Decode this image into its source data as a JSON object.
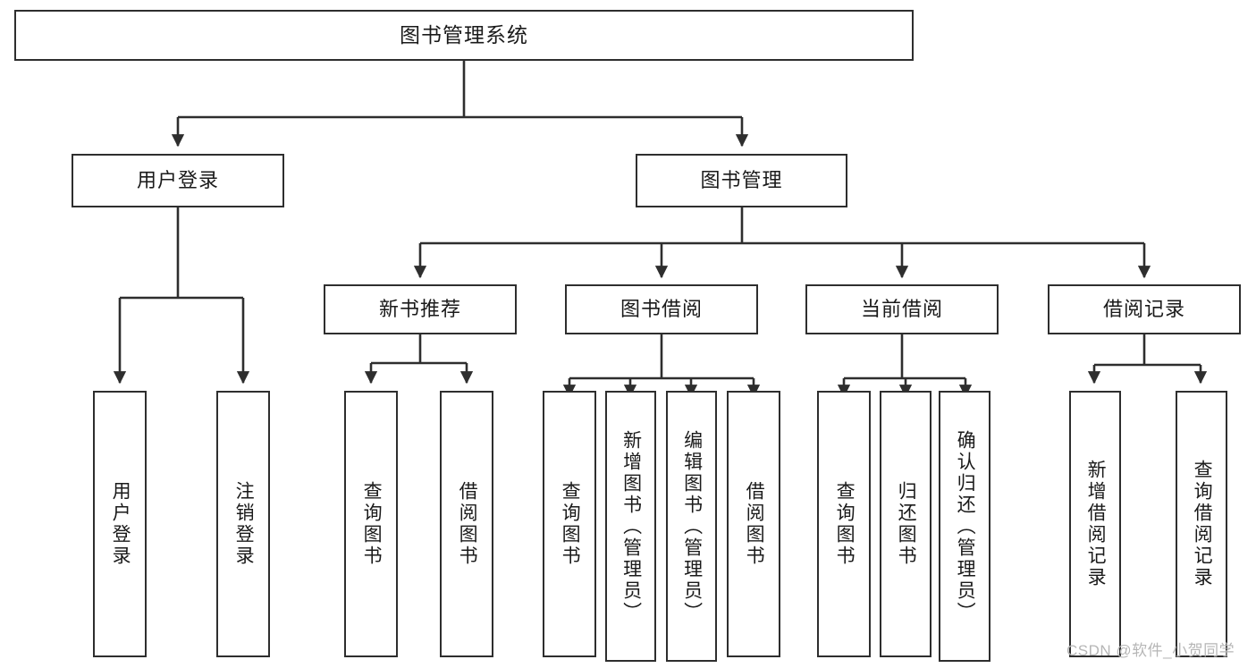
{
  "diagram": {
    "title": "图书管理系统",
    "watermark": "CSDN @软件_小贺同学",
    "line_color": "#2e2e2e",
    "box_fill": "#ffffff",
    "text_color": "#1a1a1a",
    "watermark_color": "#b6b6b6"
  },
  "nodes": {
    "root": {
      "label": "图书管理系统"
    },
    "level2": [
      {
        "id": "user-login",
        "label": "用户登录"
      },
      {
        "id": "book-management",
        "label": "图书管理"
      }
    ],
    "level3": [
      {
        "id": "new-book-recommend",
        "label": "新书推荐"
      },
      {
        "id": "book-borrow",
        "label": "图书借阅"
      },
      {
        "id": "current-borrow",
        "label": "当前借阅"
      },
      {
        "id": "borrow-record",
        "label": "借阅记录"
      }
    ],
    "leaves": {
      "user_login": [
        {
          "id": "leaf-user-login",
          "label": "用户登录"
        },
        {
          "id": "leaf-logout-login",
          "label": "注销登录"
        }
      ],
      "new_book_recommend": [
        {
          "id": "leaf-query-book-1",
          "label": "查询图书"
        },
        {
          "id": "leaf-borrow-book-1",
          "label": "借阅图书"
        }
      ],
      "book_borrow": [
        {
          "id": "leaf-query-book-2",
          "label": "查询图书"
        },
        {
          "id": "leaf-add-book",
          "label": "新增图书（管理员）"
        },
        {
          "id": "leaf-edit-book",
          "label": "编辑图书（管理员）"
        },
        {
          "id": "leaf-borrow-book-2",
          "label": "借阅图书"
        }
      ],
      "current_borrow": [
        {
          "id": "leaf-query-book-3",
          "label": "查询图书"
        },
        {
          "id": "leaf-return-book",
          "label": "归还图书"
        },
        {
          "id": "leaf-confirm-return",
          "label": "确认归还（管理员）"
        }
      ],
      "borrow_record": [
        {
          "id": "leaf-add-record",
          "label": "新增借阅记录"
        },
        {
          "id": "leaf-query-record",
          "label": "查询借阅记录"
        }
      ]
    }
  }
}
